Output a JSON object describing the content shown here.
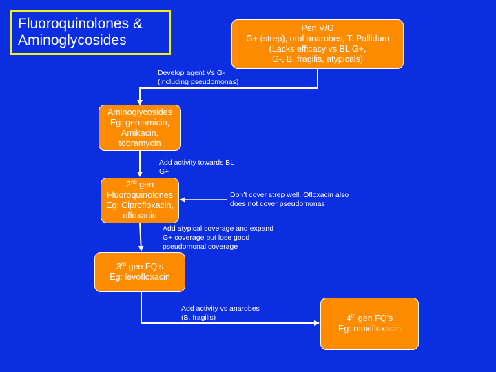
{
  "title": {
    "line1": "Fluoroquinolones &",
    "line2": "Aminoglycosides"
  },
  "nodes": {
    "penvg": {
      "lines": [
        "Pen V/G",
        "G+ (strep), oral anarobes, T. Pallidum",
        "(Lacks efficacy vs BL G+,",
        "G-, B. fragilis, atypicals)"
      ]
    },
    "amino": {
      "lines": [
        "Aminoglycosides",
        "Eg: gentamicin,",
        "Amikacin,",
        "tobramycin"
      ]
    },
    "gen2": {
      "ord": "2",
      "ord_sup": "nd",
      "ord_rest": " gen",
      "lines": [
        "Fluoroquinolones",
        "Eg: Ciprofloxacin,",
        "ofloxacin"
      ]
    },
    "gen3": {
      "ord": "3",
      "ord_sup": "rd",
      "ord_rest": " gen FQ’s",
      "lines": [
        "Eg: levofloxacin"
      ]
    },
    "gen4": {
      "ord": "4",
      "ord_sup": "th",
      "ord_rest": " gen FQ’s",
      "lines": [
        "Eg: moxifloxacin"
      ]
    }
  },
  "labels": {
    "develop": [
      "Develop agent Vs G-",
      "(including pseudomonas)"
    ],
    "activity_bl": [
      "Add activity towards BL",
      "G+"
    ],
    "atypical": [
      "Add atypical coverage and expand",
      "G+ coverage but lose good",
      "pseudomonal coverage"
    ],
    "anarobes": [
      "Add activity vs anarobes",
      "(B. fragilis)"
    ],
    "strep_note": [
      "Don’t cover strep well. Ofloxacin also",
      "does not cover pseudomonas"
    ]
  },
  "colors": {
    "background": "#0a2ee0",
    "box_fill": "#ff8c00",
    "title_border": "#f2f21a",
    "line": "#ffffff"
  }
}
